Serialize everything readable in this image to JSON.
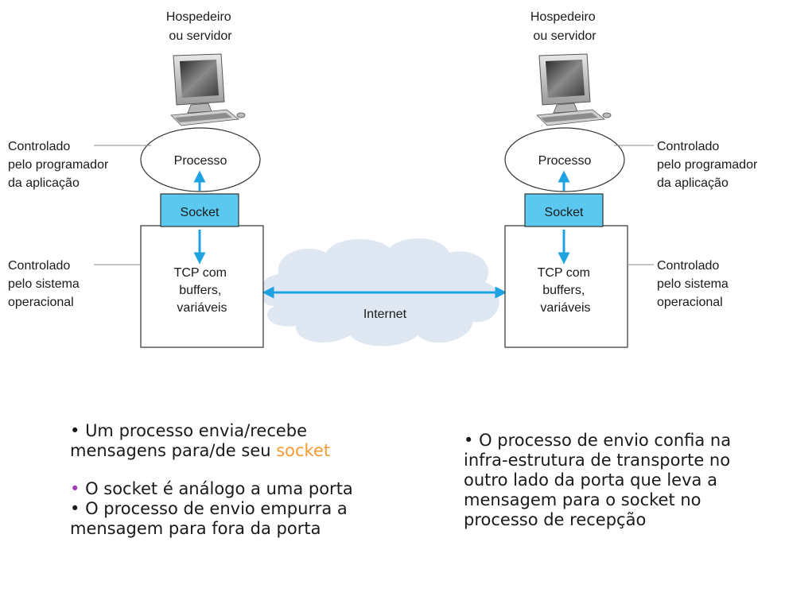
{
  "left": {
    "host_label": [
      "Hospedeiro",
      "ou servidor"
    ],
    "process": "Processo",
    "socket": "Socket",
    "tcp": [
      "TCP com",
      "buffers,",
      "variáveis"
    ],
    "app_ctrl": [
      "Controlado",
      "pelo programador",
      "da aplicação"
    ],
    "os_ctrl": [
      "Controlado",
      "pelo sistema",
      "operacional"
    ]
  },
  "right": {
    "host_label": [
      "Hospedeiro",
      "ou servidor"
    ],
    "process": "Processo",
    "socket": "Socket",
    "tcp": [
      "TCP com",
      "buffers,",
      "variáveis"
    ],
    "app_ctrl": [
      "Controlado",
      "pelo programador",
      "da aplicação"
    ],
    "os_ctrl": [
      "Controlado",
      "pelo sistema",
      "operacional"
    ]
  },
  "cloud_label": "Internet",
  "bullets": {
    "b1_text": "Um processo envia/recebe mensagens para/de seu ",
    "b1_highlight": "socket",
    "b2_text": "O socket é análogo a uma porta",
    "b2_sub": "O processo de envio empurra a mensagem para fora da porta",
    "b3_text": "O processo de envio confia na infra-estrutura de transporte no outro lado da porta que leva a  mensagem para o socket no  processo de recepção"
  },
  "colors": {
    "socket_fill": "#5bc8f0",
    "arrow": "#1fa3e0",
    "cloud": "#dfe8f2",
    "highlight": "#f79a32"
  }
}
